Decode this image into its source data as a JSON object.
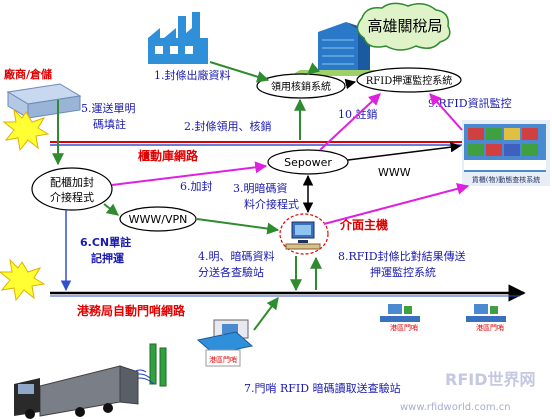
{
  "org": {
    "customs_office": "高雄關稅局"
  },
  "nodes": {
    "manufacturer": "廠商/倉儲",
    "seal_system": "領用核銷系統",
    "rfid_monitor_system": "RFID押運監控系統",
    "warehouse_network": "櫃動庫網路",
    "sepower": "Sepower",
    "www": "WWW",
    "www_vpn": "WWW/VPN",
    "interface_host": "介面主機",
    "gate_network": "港務局自動門哨網路",
    "container_yard_label": "貨櫃(物)動態查核系統",
    "gate_labels": [
      "港區門哨",
      "港區門哨"
    ],
    "truck_gate_label": "港區門哨",
    "relay_program": "配櫃加封介接程式"
  },
  "steps": {
    "s1": "1.封條出廠資料",
    "s2": "2.封條領用、核銷",
    "s3": "3.明暗碼資料介接程式",
    "s4": "4.明、暗碼資料分送各查驗站",
    "s5": "5.運送單明碼填註",
    "s6": "6.加封",
    "s6cn": "6.CN單註記押運",
    "s7": "7.門哨 RFID 暗碼讀取送查驗站",
    "s8": "8.RFID封條比對結果傳送押運監控系統",
    "s9": "9.RFID資訊監控",
    "s10": "10.註銷"
  },
  "watermark": {
    "title": "RFID世界网",
    "url": "www.rfidworld.com.cn"
  },
  "colors": {
    "step_text": "#1a1ab0",
    "network_red": "#e00000",
    "arrow_green": "#2e8b2e",
    "arrow_magenta": "#e020e0",
    "arrow_black": "#000000",
    "arrow_blue": "#3050d0"
  }
}
